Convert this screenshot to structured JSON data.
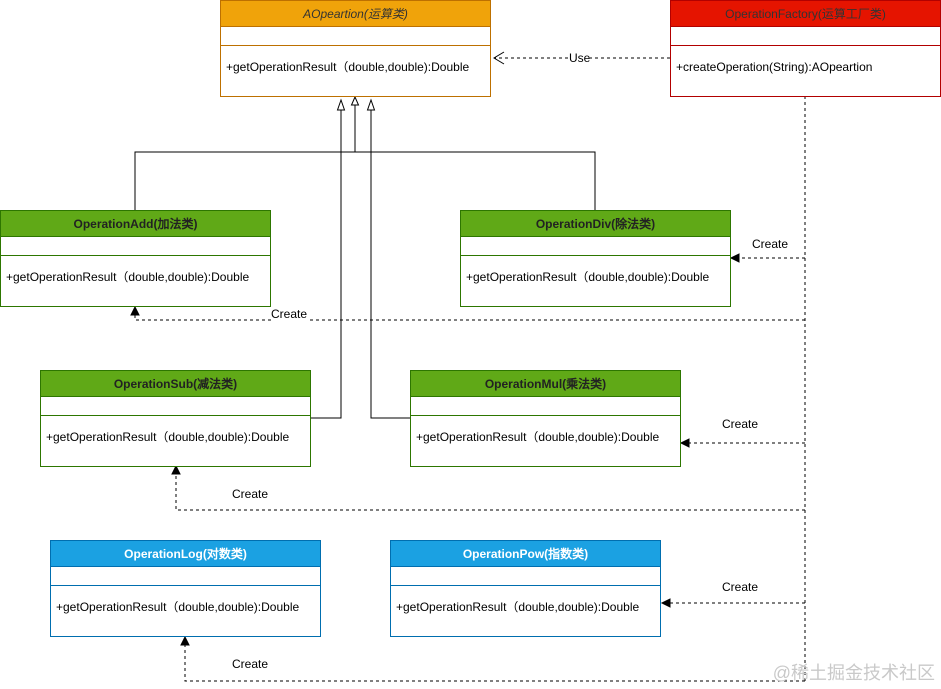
{
  "colors": {
    "abstract_fill": "#f0a30a",
    "abstract_border": "#bd7000",
    "factory_fill": "#e51400",
    "factory_border": "#b20000",
    "add_sub_div_mul_fill": "#60a917",
    "add_sub_div_mul_border": "#2d7600",
    "log_pow_fill": "#1ba1e2",
    "log_pow_border": "#006eaf"
  },
  "classes": {
    "abstract": {
      "name": "AOpeartion(运算类)",
      "method": "+getOperationResult（double,double):Double"
    },
    "factory": {
      "name": "OperationFactory(运算工厂类)",
      "method": "+createOperation(String):AOpeartion"
    },
    "add": {
      "name": "OperationAdd(加法类)",
      "method": "+getOperationResult（double,double):Double"
    },
    "div": {
      "name": "OperationDiv(除法类)",
      "method": "+getOperationResult（double,double):Double"
    },
    "sub": {
      "name": "OperationSub(减法类)",
      "method": "+getOperationResult（double,double):Double"
    },
    "mul": {
      "name": "OperationMul(乘法类)",
      "method": "+getOperationResult（double,double):Double"
    },
    "log": {
      "name": "OperationLog(对数类)",
      "method": "+getOperationResult（double,double):Double"
    },
    "pow": {
      "name": "OperationPow(指数类)",
      "method": "+getOperationResult（double,double):Double"
    }
  },
  "relations": {
    "use_label": "Use",
    "create_label": "Create"
  },
  "watermark": "@稀土掘金技术社区"
}
